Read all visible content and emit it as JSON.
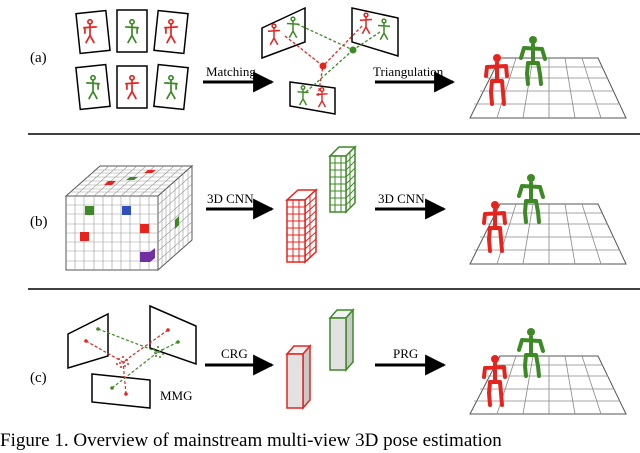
{
  "rows": [
    {
      "tag": "(a)",
      "arrow1": "Matching",
      "arrow2": "Triangulation"
    },
    {
      "tag": "(b)",
      "arrow1": "3D CNN",
      "arrow2": "3D CNN"
    },
    {
      "tag": "(c)",
      "arrow1": "CRG",
      "arrow2": "PRG",
      "extra": "MMG"
    }
  ],
  "caption": "Figure 1. Overview of mainstream multi-view 3D pose estimation",
  "colors": {
    "red": "#e8231e",
    "green": "#3d8a25",
    "dark": "#222222"
  }
}
